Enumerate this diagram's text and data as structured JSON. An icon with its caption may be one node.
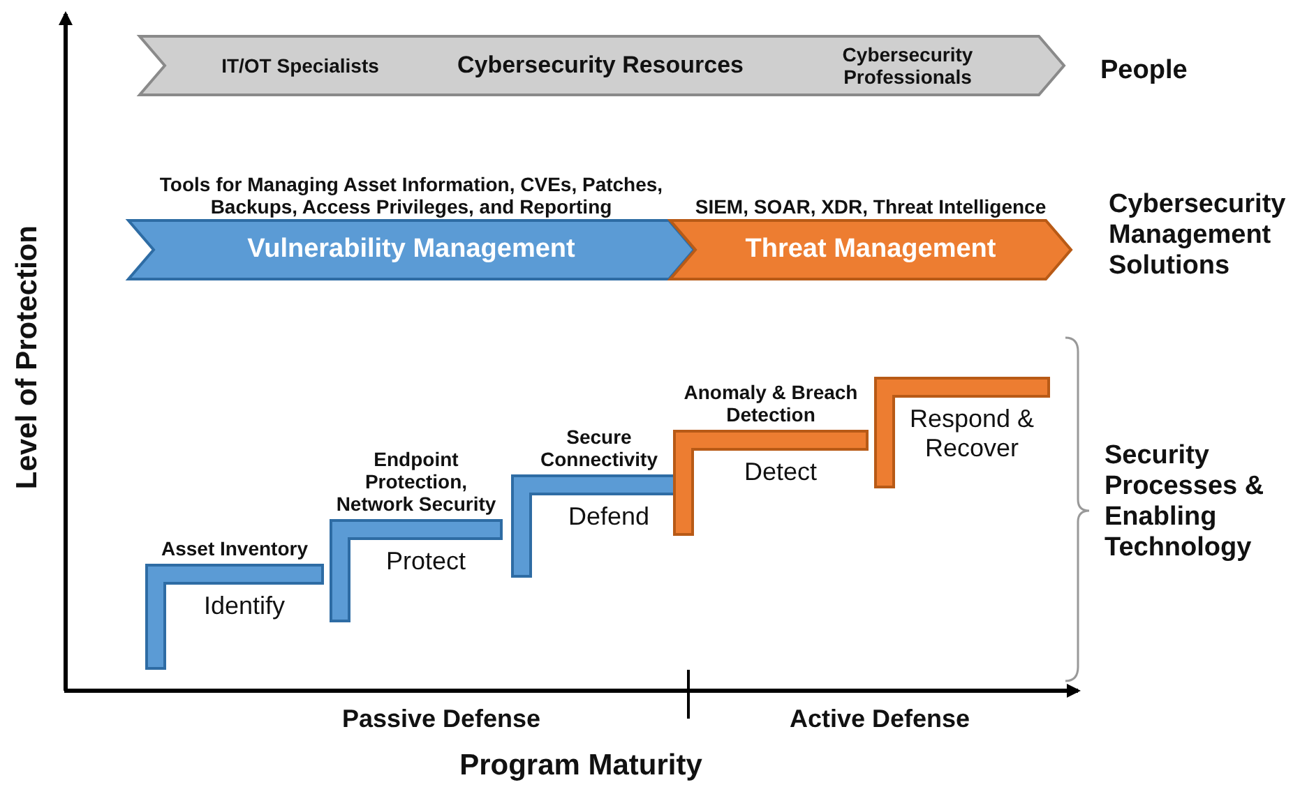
{
  "diagram": {
    "nodes": [
      {
        "text": [
          "IT/OT Specialists",
          "Cybersecurity Resources",
          "Cybersecurity Professionals"
        ]
      },
      {
        "text": [
          "Tools for Managing Asset Information, CVEs, Patches, Backups, Access Privileges, and Reporting",
          "Vulnerability Management"
        ]
      },
      {
        "text": [
          "SIEM, SOAR, XDR, Threat Intelligence",
          "Threat Management"
        ]
      },
      {
        "text": [
          "Asset Inventory",
          "Identify"
        ]
      },
      {
        "text": [
          "Endpoint Protection, Network Security",
          "Protect"
        ]
      },
      {
        "text": [
          "Secure Connectivity",
          "Defend"
        ]
      },
      {
        "text": [
          "Anomaly & Breach Detection",
          "Detect"
        ]
      },
      {
        "text": [
          "Respond & Recover"
        ]
      }
    ],
    "labels": [
      "People",
      "Cybersecurity Management Solutions",
      "Security Processes & Enabling Technology",
      "Level of Protection",
      "Passive Defense",
      "Active Defense",
      "Program Maturity"
    ]
  }
}
